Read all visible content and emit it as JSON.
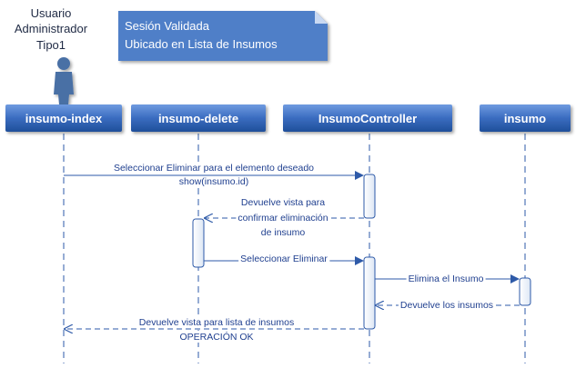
{
  "actor": {
    "lines": [
      "Usuario",
      "Administrador",
      "Tipo1"
    ]
  },
  "note": {
    "lines": [
      "Sesión Validada",
      "Ubicado en Lista de Insumos"
    ]
  },
  "lifelines": [
    {
      "id": "index",
      "title": "insumo-index"
    },
    {
      "id": "delete",
      "title": "insumo-delete"
    },
    {
      "id": "controller",
      "title": "InsumoController"
    },
    {
      "id": "model",
      "title": "insumo"
    }
  ],
  "messages": [
    {
      "id": "msg-1",
      "from": "index",
      "to": "controller",
      "style": "solid",
      "lines": [
        "Seleccionar Eliminar para el elemento deseado",
        "show(insumo.id)"
      ]
    },
    {
      "id": "msg-2",
      "from": "controller",
      "to": "delete",
      "style": "dashed",
      "lines": [
        "Devuelve vista para",
        "confirmar eliminación",
        "de insumo"
      ]
    },
    {
      "id": "msg-3",
      "from": "delete",
      "to": "controller",
      "style": "solid",
      "lines": [
        "Seleccionar Eliminar"
      ]
    },
    {
      "id": "msg-4",
      "from": "controller",
      "to": "model",
      "style": "solid",
      "lines": [
        "Elimina el Insumo"
      ]
    },
    {
      "id": "msg-5",
      "from": "model",
      "to": "controller",
      "style": "dashed",
      "lines": [
        "Devuelve los insumos"
      ]
    },
    {
      "id": "msg-6",
      "from": "controller",
      "to": "index",
      "style": "dashed",
      "lines": [
        "Devuelve vista para lista de insumos",
        "OPERACIÓN OK"
      ]
    }
  ],
  "colors": {
    "header_fill_top": "#5f8fd6",
    "header_fill_bottom": "#1f4f9a",
    "note_fill": "#4f7fc8",
    "line": "#2e5aa8",
    "text": "#1f3f8f",
    "actor": "#4a6fa5"
  }
}
